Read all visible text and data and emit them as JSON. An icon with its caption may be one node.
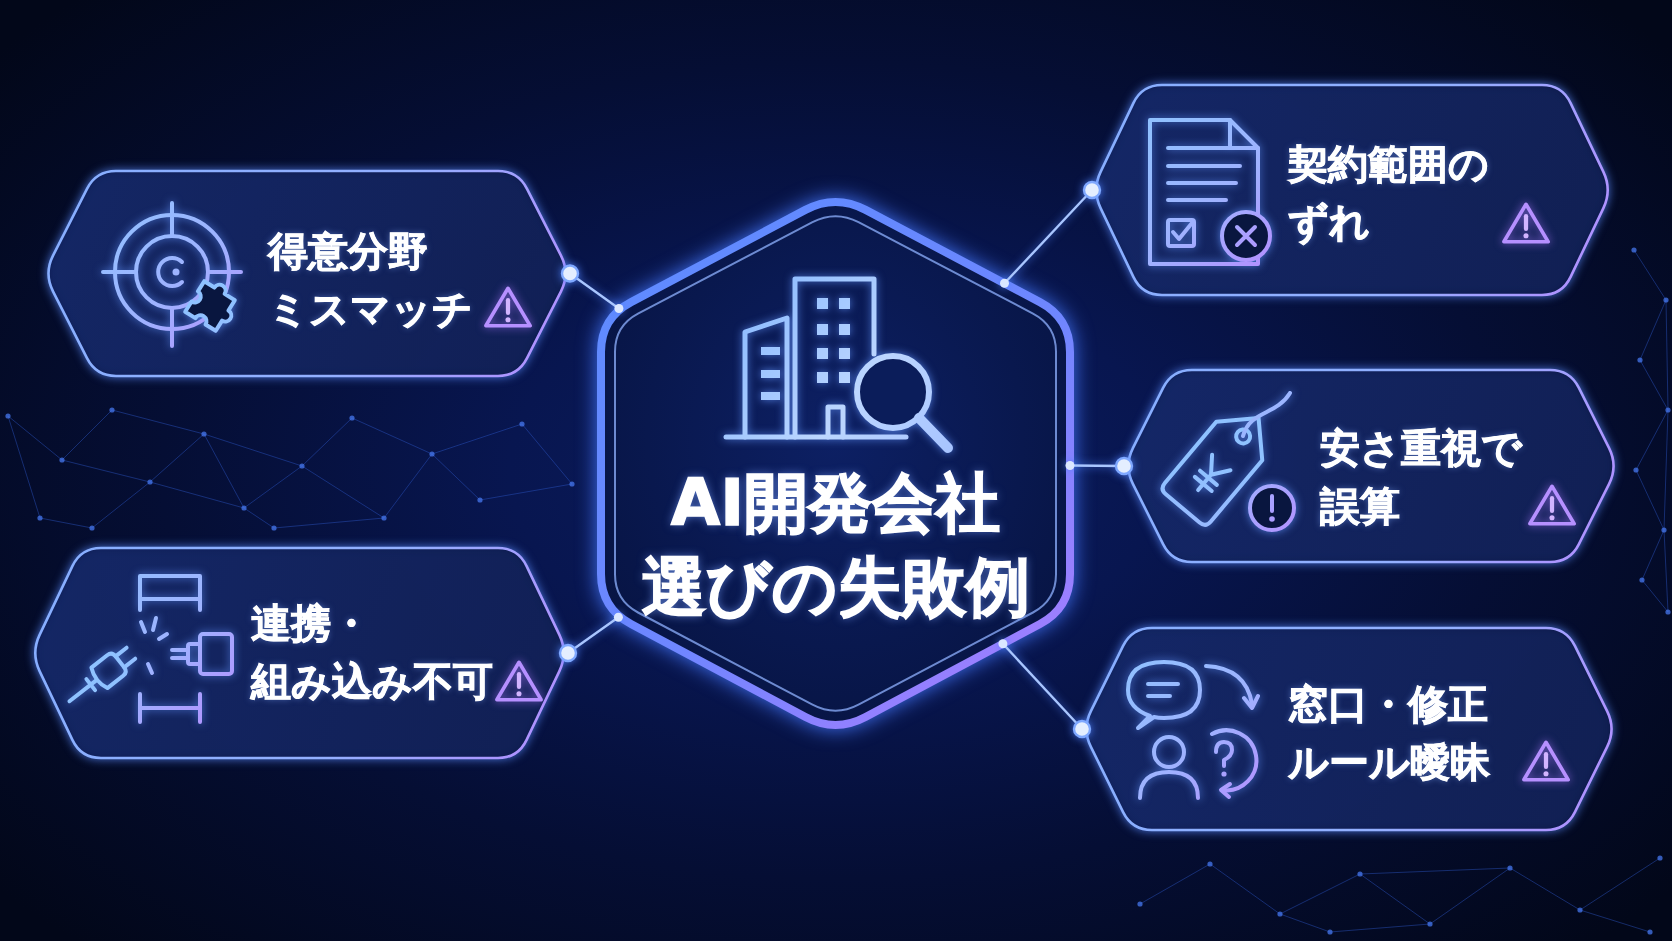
{
  "diagram": {
    "nodes": [
      {
        "text": [
          "AI開発会社選びの失敗例"
        ]
      },
      {
        "text": [
          "得意分野ミスマッチ"
        ]
      },
      {
        "text": [
          "連携・組み込み不可"
        ]
      },
      {
        "text": [
          "契約範囲のずれ"
        ]
      },
      {
        "text": [
          "安さ重視で誤算"
        ]
      },
      {
        "text": [
          "窓口・修正ルール曖昧"
        ]
      }
    ],
    "edges": [
      {
        "from": 0,
        "to": 1,
        "arrow": "other"
      },
      {
        "from": 0,
        "to": 2,
        "arrow": "other"
      },
      {
        "from": 0,
        "to": 3,
        "arrow": "other"
      },
      {
        "from": 0,
        "to": 4,
        "arrow": "other"
      },
      {
        "from": 0,
        "to": 5,
        "arrow": "other"
      }
    ]
  }
}
